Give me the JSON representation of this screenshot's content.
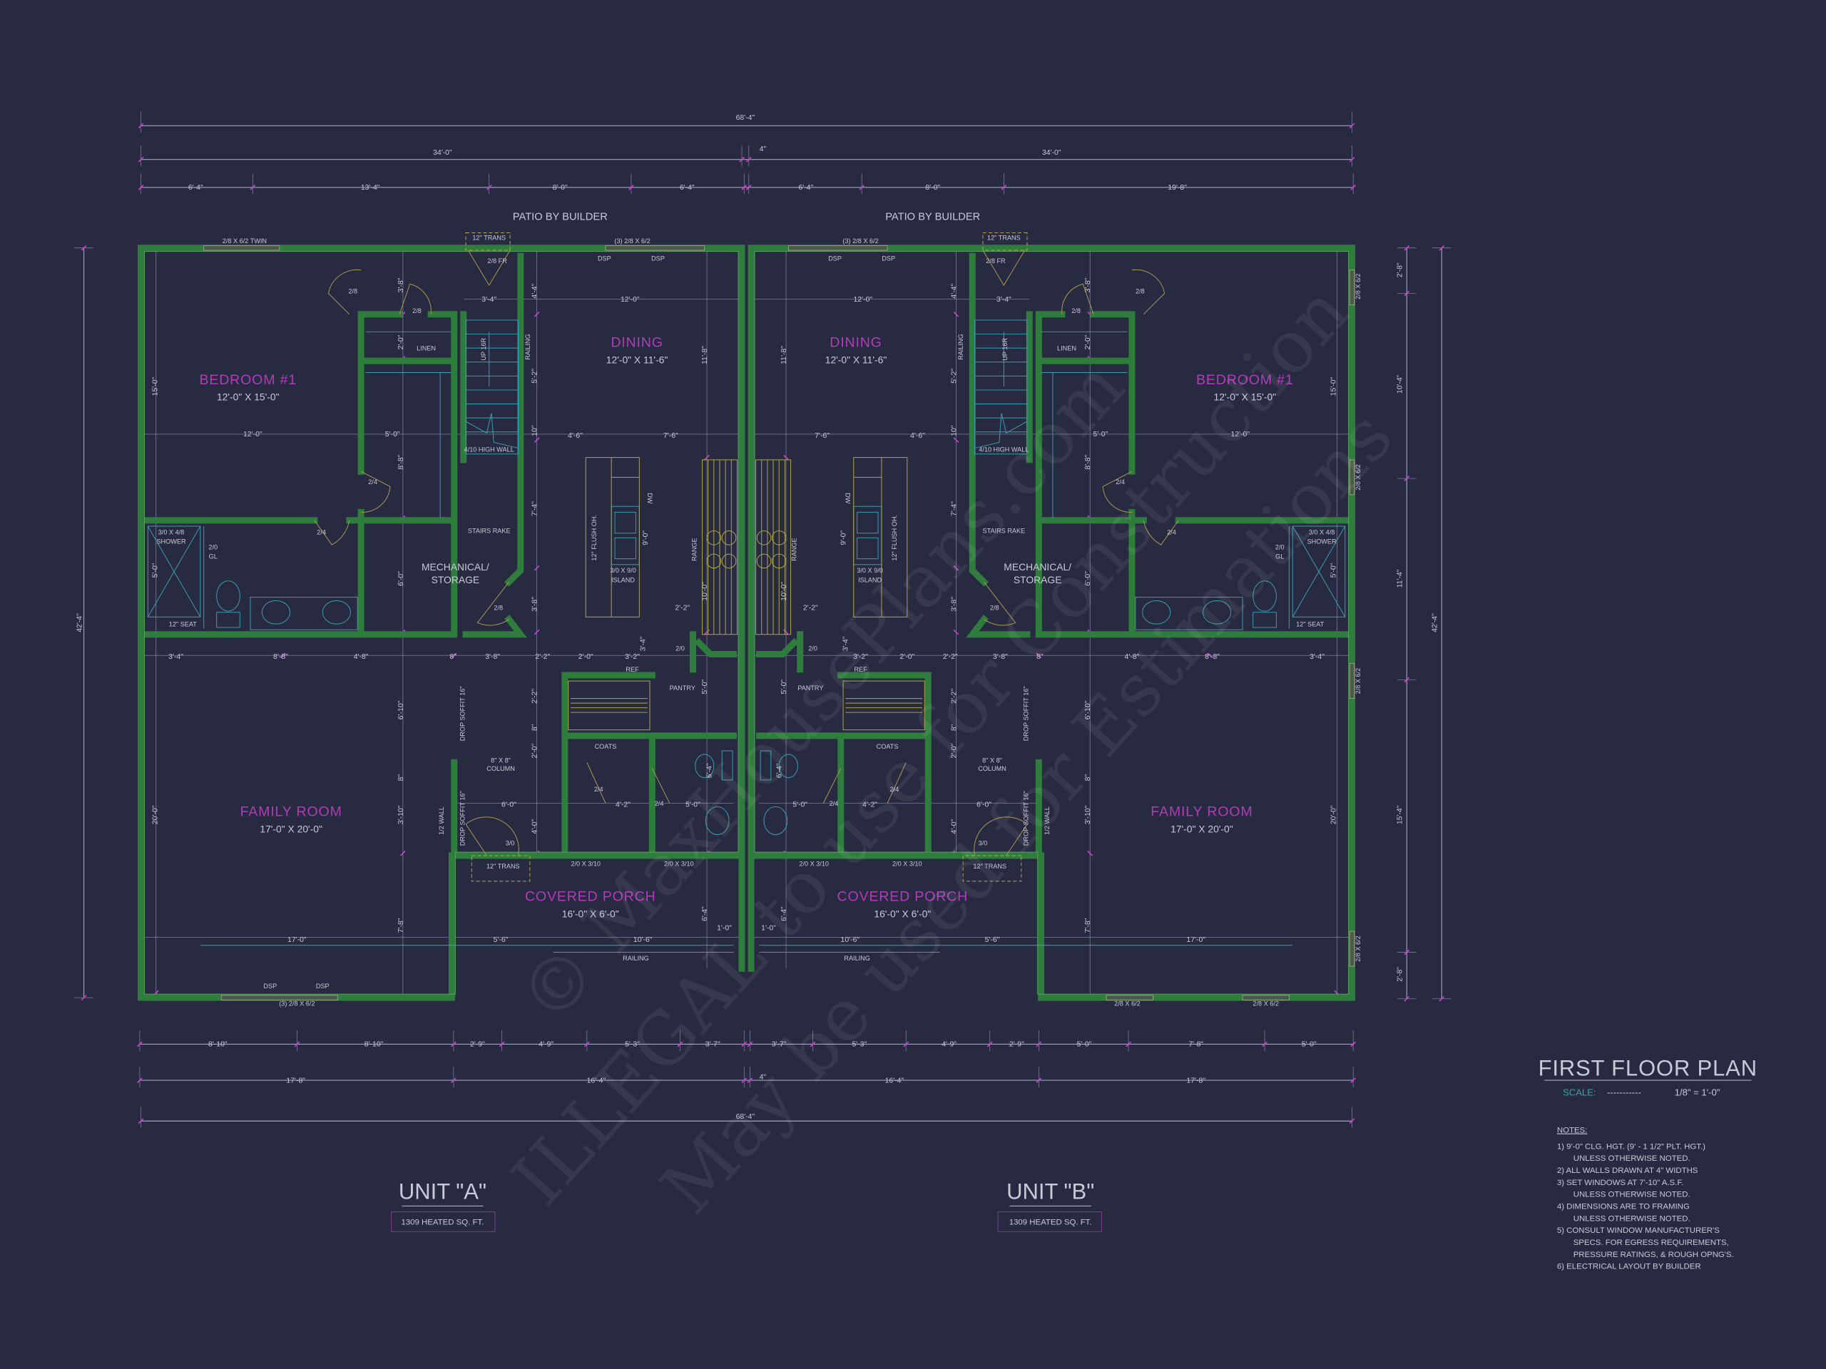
{
  "colors": {
    "background": "#272a40",
    "walls": "#2f7d3c",
    "room_names": "#b03cb8",
    "text": "#c9c9d8",
    "dimension_ticks": "#d040d0",
    "fixtures": "#3a9fb0",
    "scale": "#3aa0a8"
  },
  "title_block": {
    "title": "FIRST FLOOR PLAN",
    "scale_label": "SCALE:",
    "scale_dashes": "-----------",
    "scale_value": "1/8\" = 1'-0\"",
    "notes_heading": "NOTES:",
    "notes": [
      "1)  9'-0\"  CLG. HGT. (9' - 1 1/2\" PLT. HGT.)",
      "UNLESS OTHERWISE NOTED.",
      "2)  ALL WALLS DRAWN AT 4\" WIDTHS",
      "3)  SET WINDOWS AT 7'-10\" A.S.F.",
      "UNLESS OTHERWISE NOTED.",
      "4)  DIMENSIONS ARE TO FRAMING",
      "UNLESS OTHERWISE NOTED.",
      "5)  CONSULT WINDOW MANUFACTURER'S",
      "SPECS. FOR EGRESS REQUIREMENTS,",
      "PRESSURE RATINGS, & ROUGH OPNG'S.",
      "6)  ELECTRICAL LAYOUT BY BUILDER"
    ]
  },
  "units": [
    {
      "name": "UNIT \"A\"",
      "area": "1309 HEATED SQ. FT."
    },
    {
      "name": "UNIT \"B\"",
      "area": "1309 HEATED SQ. FT."
    }
  ],
  "plan": {
    "unit_a": {
      "labels": [
        "BEDROOM #1",
        "12'-0\" X 15'-0\"",
        "DINING",
        "12'-0\" X 11'-6\"",
        "MECHANICAL/",
        "STORAGE",
        "FAMILY ROOM",
        "17'-0\" X 20'-0\"",
        "COVERED PORCH",
        "16'-0\" X 6'-0\"",
        "PATIO BY BUILDER",
        "LINEN",
        "4/10 HIGH WALL",
        "STAIRS RAKE",
        "UP 16R",
        "RAILING",
        "3/0 X 4/8",
        "SHOWER",
        "12\" SEAT",
        "2/0",
        "GL",
        "12\" FLUSH OH.",
        "3/0 X 9/0",
        "ISLAND",
        "DW",
        "RANGE",
        "REF",
        "PANTRY",
        "COATS",
        "8\" X 8\"",
        "COLUMN",
        "DROP SOFFIT 16\"",
        "DROP SOFFIT 16\"",
        "1/2 WALL",
        "12\" TRANS",
        "2/0 X 3/10",
        "2/0 X 3/10",
        "RAILING",
        "2/8",
        "2/8",
        "2/4",
        "2/4",
        "2/8",
        "2/0",
        "2/4",
        "2/4",
        "3/0",
        "2/8 FR",
        "12\" TRANS",
        "DSP",
        "DSP",
        "(3) 2/8 X 6/2",
        "12'-0\"",
        "5'-0\"",
        "3'-4\"",
        "12'-0\"",
        "4'-6\"",
        "7'-6\"",
        "3'-4\"",
        "8'-8\"",
        "4'-8\"",
        "8\"",
        "3'-8\"",
        "2'-2\"",
        "2'-0\"",
        "3'-2\"",
        "2'-2\"",
        "6'-0\"",
        "4'-2\"",
        "5'-0\"",
        "17'-0\"",
        "5'-6\"",
        "10'-6\"",
        "1'-0\"",
        "15'-0\"",
        "5'-0\"",
        "20'-0\"",
        "3'-8\"",
        "2'-0\"",
        "8'-8\"",
        "6'-0\"",
        "6'-10\"",
        "8\"",
        "3'-10\"",
        "7'-8\"",
        "4'-4\"",
        "5'-2\"",
        "10\"",
        "7'-4\"",
        "3'-8\"",
        "3'-4\"",
        "11'-8\"",
        "10'-0\"",
        "6'-4\"",
        "5'-0\"",
        "6'-4\"",
        "9'-0\"",
        "2'-2\"",
        "2'-0\"",
        "4'-0\"",
        "8\""
      ]
    },
    "unit_b": {
      "labels": [
        "BEDROOM #1",
        "12'-0\" X 15'-0\"",
        "DINING",
        "12'-0\" X 11'-6\"",
        "MECHANICAL/",
        "STORAGE",
        "FAMILY ROOM",
        "17'-0\" X 20'-0\"",
        "COVERED PORCH",
        "16'-0\" X 6'-0\"",
        "PATIO BY BUILDER",
        "LINEN",
        "4/10 HIGH WALL",
        "STAIRS RAKE",
        "UP 16R",
        "RAILING",
        "3/0 X 4/8",
        "SHOWER",
        "12\" SEAT",
        "2/0",
        "GL",
        "12\" FLUSH OH.",
        "3/0 X 9/0",
        "ISLAND",
        "DW",
        "RANGE",
        "REF",
        "PANTRY",
        "COATS",
        "8\" X 8\"",
        "COLUMN",
        "DROP SOFFIT 16\"",
        "DROP SOFFIT 16\"",
        "1/2 WALL",
        "12\" TRANS",
        "2/0 X 3/10",
        "2/0 X 3/10",
        "RAILING",
        "2/8",
        "2/8",
        "2/4",
        "2/4",
        "2/8",
        "2/0",
        "2/4",
        "2/4",
        "3/0",
        "2/8 FR",
        "12\" TRANS",
        "DSP",
        "DSP",
        "(3) 2/8 X 6/2",
        "12'-0\"",
        "5'-0\"",
        "3'-4\"",
        "12'-0\"",
        "4'-6\"",
        "7'-6\"",
        "3'-4\"",
        "8'-8\"",
        "4'-8\"",
        "8\"",
        "3'-8\"",
        "2'-2\"",
        "2'-0\"",
        "3'-2\"",
        "2'-2\"",
        "6'-0\"",
        "4'-2\"",
        "5'-0\"",
        "17'-0\"",
        "5'-6\"",
        "10'-6\"",
        "1'-0\"",
        "15'-0\"",
        "5'-0\"",
        "20'-0\"",
        "3'-8\"",
        "2'-0\"",
        "8'-8\"",
        "6'-0\"",
        "6'-10\"",
        "8\"",
        "3'-10\"",
        "7'-8\"",
        "4'-4\"",
        "5'-2\"",
        "10\"",
        "7'-4\"",
        "3'-8\"",
        "3'-4\"",
        "11'-8\"",
        "10'-0\"",
        "6'-4\"",
        "5'-0\"",
        "6'-4\"",
        "9'-0\"",
        "2'-2\"",
        "2'-0\"",
        "4'-0\"",
        "8\""
      ]
    },
    "overall": [
      "68'-4\"",
      "34'-0\"",
      "34'-0\"",
      "4\"",
      "6'-4\"",
      "13'-4\"",
      "8'-0\"",
      "6'-4\"",
      "6'-4\"",
      "8'-0\"",
      "19'-8\"",
      "8'-10\"",
      "8'-10\"",
      "2'-9\"",
      "4'-9\"",
      "5'-3\"",
      "3'-7\"",
      "3'-7\"",
      "5'-3\"",
      "4'-9\"",
      "2'-9\"",
      "5'-0\"",
      "7'-8\"",
      "5'-0\"",
      "17'-8\"",
      "16'-4\"",
      "4\"",
      "16'-4\"",
      "17'-8\"",
      "68'-4\"",
      "42'-4\"",
      "2'-8\"",
      "10'-4\"",
      "11'-4\"",
      "15'-4\"",
      "2'-8\"",
      "42'-4\"",
      "2/8 X 6/2 TWIN",
      "DSP",
      "DSP",
      "(3) 2/8 X 6/2",
      "2/8 X 6/2",
      "2/8 X 6/2",
      "2/8 X 6/2",
      "2/8 X 6/2",
      "2/8 X 6/2",
      "2/8 X 6/2"
    ]
  },
  "watermark": [
    "© MaxHousePlans.com",
    "ILLEGAL to use for Construction",
    "May be used for Estimations"
  ]
}
